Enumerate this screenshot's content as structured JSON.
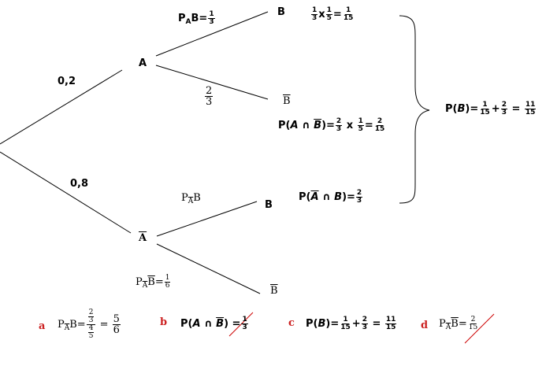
{
  "tree": {
    "node_A": "A",
    "node_Abar": "A",
    "node_B1": "B",
    "node_Bbar1": "B",
    "node_B2": "B",
    "node_Bbar2": "B",
    "prob_A": "0,2",
    "prob_Abar": "0,8",
    "branch_A_B": {
      "prefix": "P",
      "sub": "A",
      "mid": "B=",
      "num": "1",
      "den": "3"
    },
    "branch_A_Bbar": {
      "num": "2",
      "den": "3"
    },
    "branch_Abar_B": {
      "prefix": "P",
      "sub": "A",
      "mid": "B"
    },
    "branch_Abar_Bbar": {
      "prefix": "P",
      "sub": "A",
      "mid": "B",
      "eq": "=",
      "num": "1",
      "den": "6"
    }
  },
  "results": {
    "r1": {
      "a_num": "1",
      "a_den": "3",
      "op": "x",
      "b_num": "1",
      "b_den": "5",
      "eq": "=",
      "c_num": "1",
      "c_den": "15"
    },
    "r2": {
      "lead": "P(",
      "a": "A",
      "cap": " ∩ ",
      "b": "B",
      "close": ")=",
      "x_num": "2",
      "x_den": "3",
      "op": " x ",
      "y_num": "1",
      "y_den": "5",
      "eq": "=",
      "z_num": "2",
      "z_den": "15"
    },
    "r3": {
      "lead": "P(",
      "a": "A",
      "cap": " ∩ ",
      "b": "B",
      "close": ")=",
      "num": "2",
      "den": "3"
    },
    "total": {
      "lead": "P(",
      "b": "B",
      "close": ")=",
      "a_num": "1",
      "a_den": "15",
      "plus": "+",
      "b_num": "2",
      "b_den": "3",
      "eq": " = ",
      "c_num": "11",
      "c_den": "15"
    }
  },
  "answers": {
    "a": {
      "tag": "a",
      "prefix": "P",
      "sub": "A",
      "mid": "B=",
      "top_num": "2",
      "top_den": "3",
      "bot_num": "4",
      "bot_den": "5",
      "eq": " = ",
      "r_num": "5",
      "r_den": "6"
    },
    "b": {
      "tag": "b",
      "lead": "P(",
      "a": "A",
      "cap": " ∩ ",
      "b": "B",
      "close": ") =",
      "num": "1",
      "den": "3"
    },
    "c": {
      "tag": "c",
      "lead": "P(",
      "b": "B",
      "close": ")=",
      "a_num": "1",
      "a_den": "15",
      "plus": "+",
      "b_num": "2",
      "b_den": "3",
      "eq": " = ",
      "c_num": "11",
      "c_den": "15"
    },
    "d": {
      "tag": "d",
      "prefix": "P",
      "sub": "A",
      "mid": "B",
      "eq": "=",
      "num": "2",
      "den": "15"
    }
  },
  "colors": {
    "line": "#000000",
    "strike": "#cc0000",
    "tag": "#cc2222"
  }
}
